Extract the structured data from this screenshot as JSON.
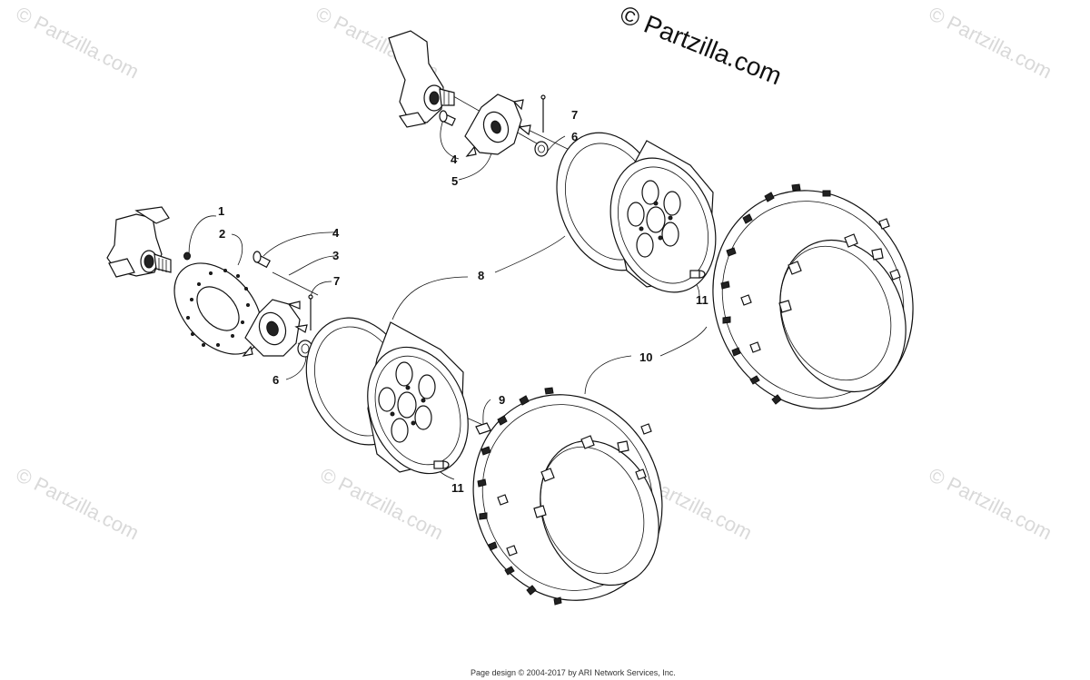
{
  "watermarks": [
    "© Partzilla.com",
    "© Partzilla.com",
    "© Partzilla.com",
    "© Partzilla.com",
    "© Partzilla.com",
    "© Partzilla.com",
    "© Partzilla.com"
  ],
  "copyright_text": "© Partzilla.com",
  "footer_text": "Page design © 2004-2017 by ARI Network Services, Inc.",
  "callouts": {
    "c1": "1",
    "c2": "2",
    "c3": "3",
    "c4_left": "4",
    "c4_top": "4",
    "c5": "5",
    "c6_left": "6",
    "c6_top": "6",
    "c7_left": "7",
    "c7_top": "7",
    "c8": "8",
    "c9": "9",
    "c10": "10",
    "c11_left": "11",
    "c11_right": "11"
  }
}
